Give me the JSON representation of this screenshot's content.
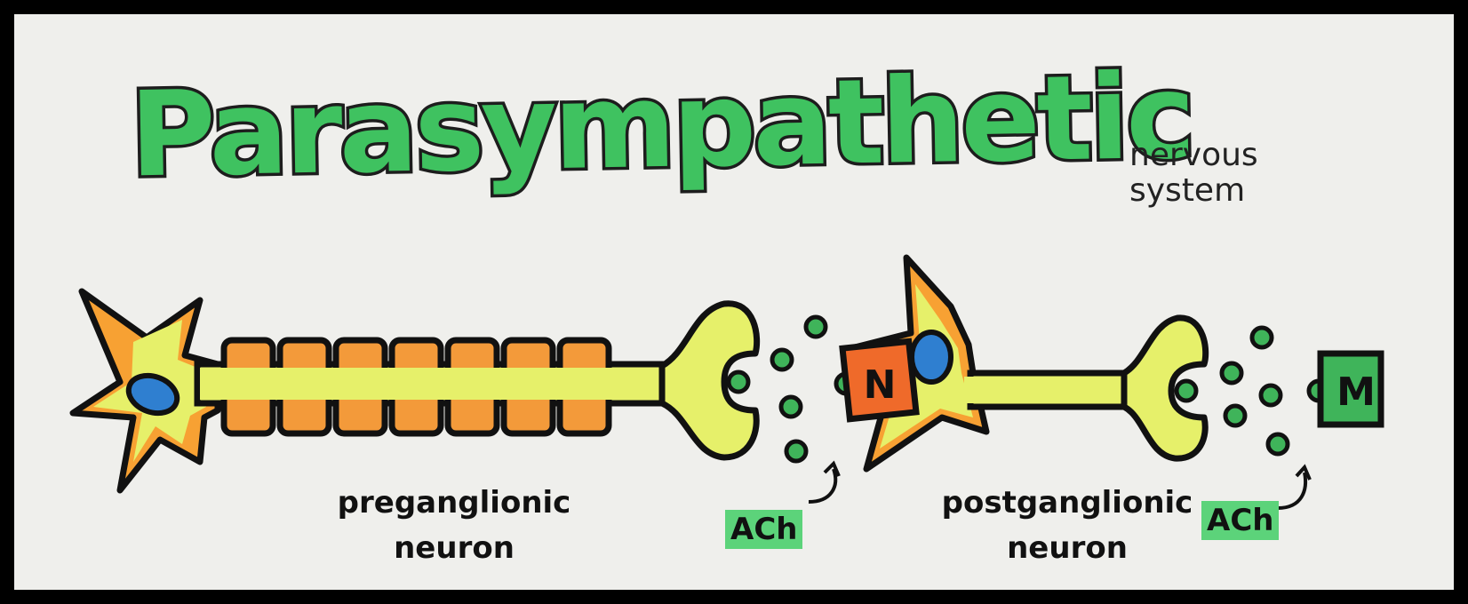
{
  "title": "Parasympathetic",
  "subtitle": {
    "line1": "nervous",
    "line2": "system"
  },
  "neurons": {
    "preganglionic": {
      "line1": "preganglionic",
      "line2": "neuron"
    },
    "postganglionic": {
      "line1": "postganglionic",
      "line2": "neuron"
    }
  },
  "neurotransmitter": {
    "label_1": "ACh",
    "label_2": "ACh"
  },
  "receptors": {
    "nicotinic": "N",
    "muscarinic": "M"
  },
  "colors": {
    "title_green": "#3fc260",
    "axon_yellow": "#e6f06a",
    "myelin_orange": "#f39a3a",
    "soma_orange": "#f7a133",
    "nucleus_blue": "#2f7fd0",
    "ach_green": "#5cd37a",
    "n_receptor": "#ef6a2a",
    "m_receptor": "#3fb45a"
  }
}
